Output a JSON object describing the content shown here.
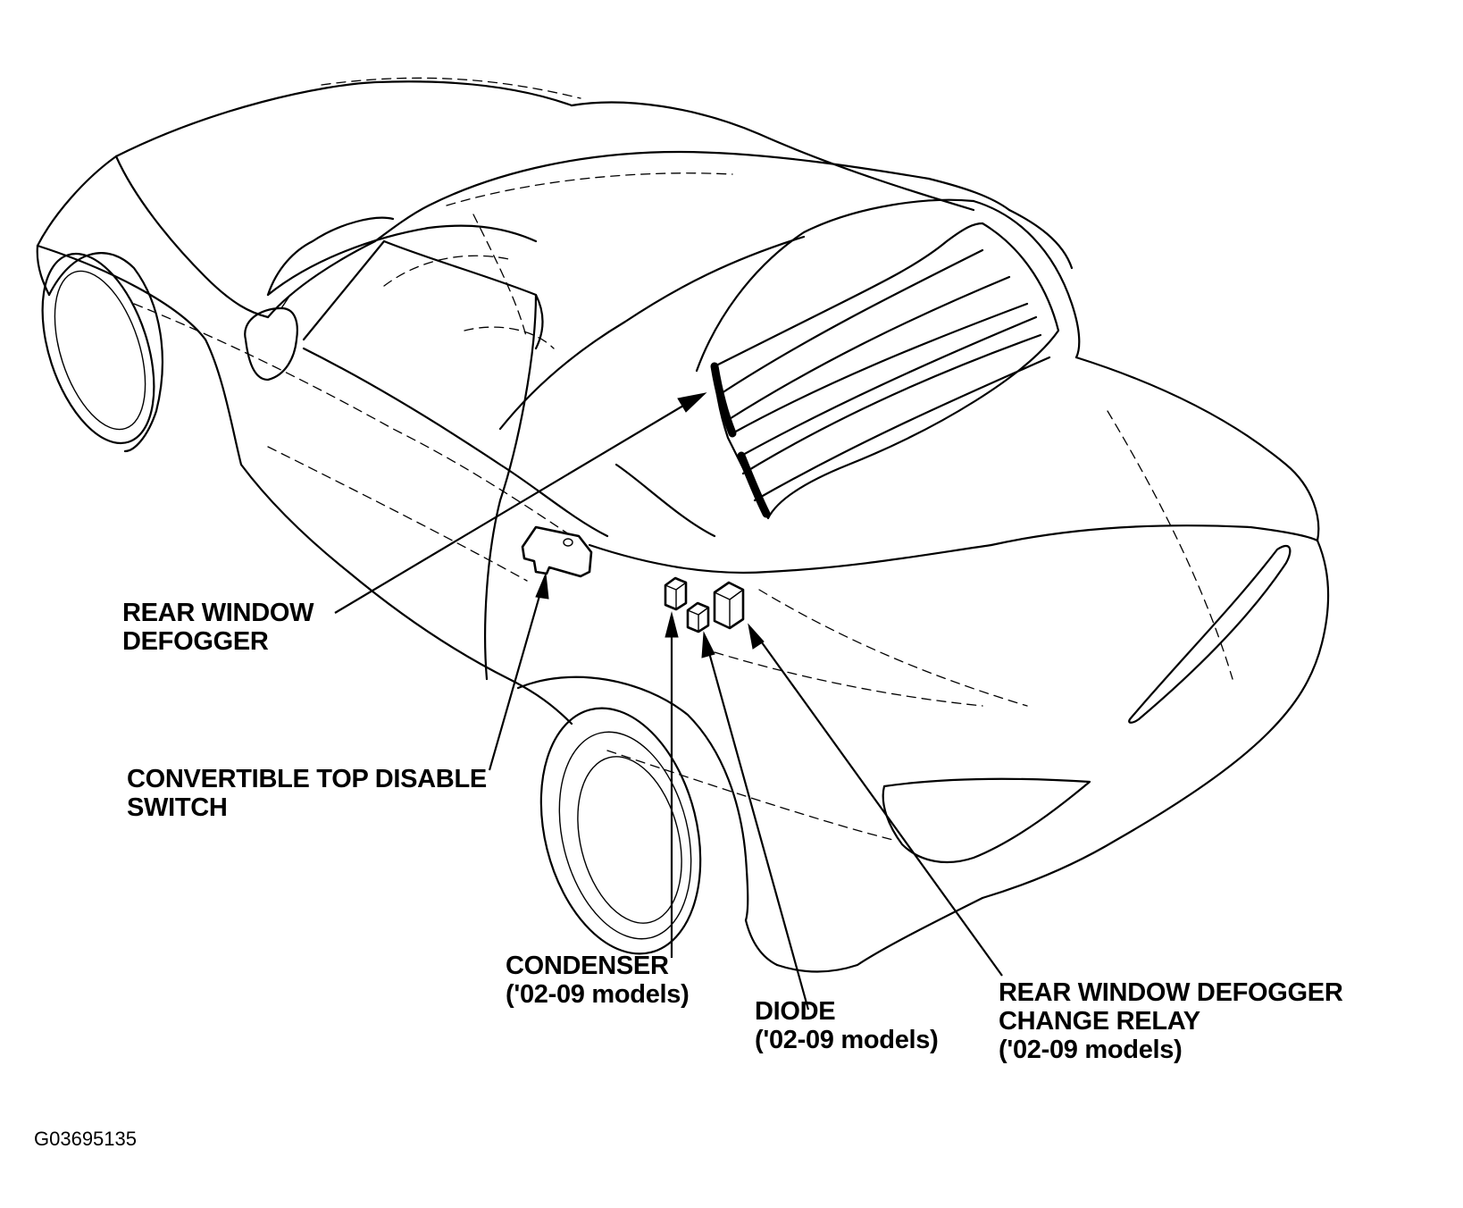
{
  "labels": {
    "rear_window_defogger": [
      "REAR WINDOW",
      "DEFOGGER"
    ],
    "convertible_top_disable_switch": [
      "CONVERTIBLE TOP DISABLE",
      "SWITCH"
    ],
    "condenser": [
      "CONDENSER",
      "('02-09 models)"
    ],
    "diode": [
      "DIODE",
      "('02-09 models)"
    ],
    "defogger_change_relay": [
      "REAR WINDOW DEFOGGER",
      "CHANGE RELAY",
      "('02-09 models)"
    ]
  },
  "figure_code": "G03695135"
}
